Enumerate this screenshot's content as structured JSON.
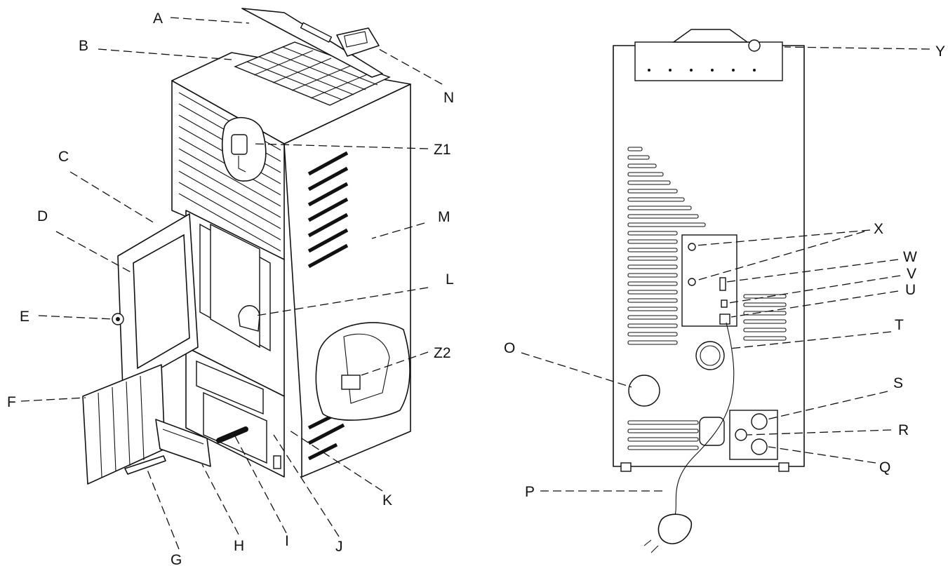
{
  "labels": {
    "A": "A",
    "B": "B",
    "C": "C",
    "D": "D",
    "E": "E",
    "F": "F",
    "G": "G",
    "H": "H",
    "I": "I",
    "J": "J",
    "K": "K",
    "L": "L",
    "M": "M",
    "N": "N",
    "Z1": "Z1",
    "Z2": "Z2",
    "O": "O",
    "P": "P",
    "Q": "Q",
    "R": "R",
    "S": "S",
    "T": "T",
    "U": "U",
    "V": "V",
    "W": "W",
    "X": "X",
    "Y": "Y"
  }
}
